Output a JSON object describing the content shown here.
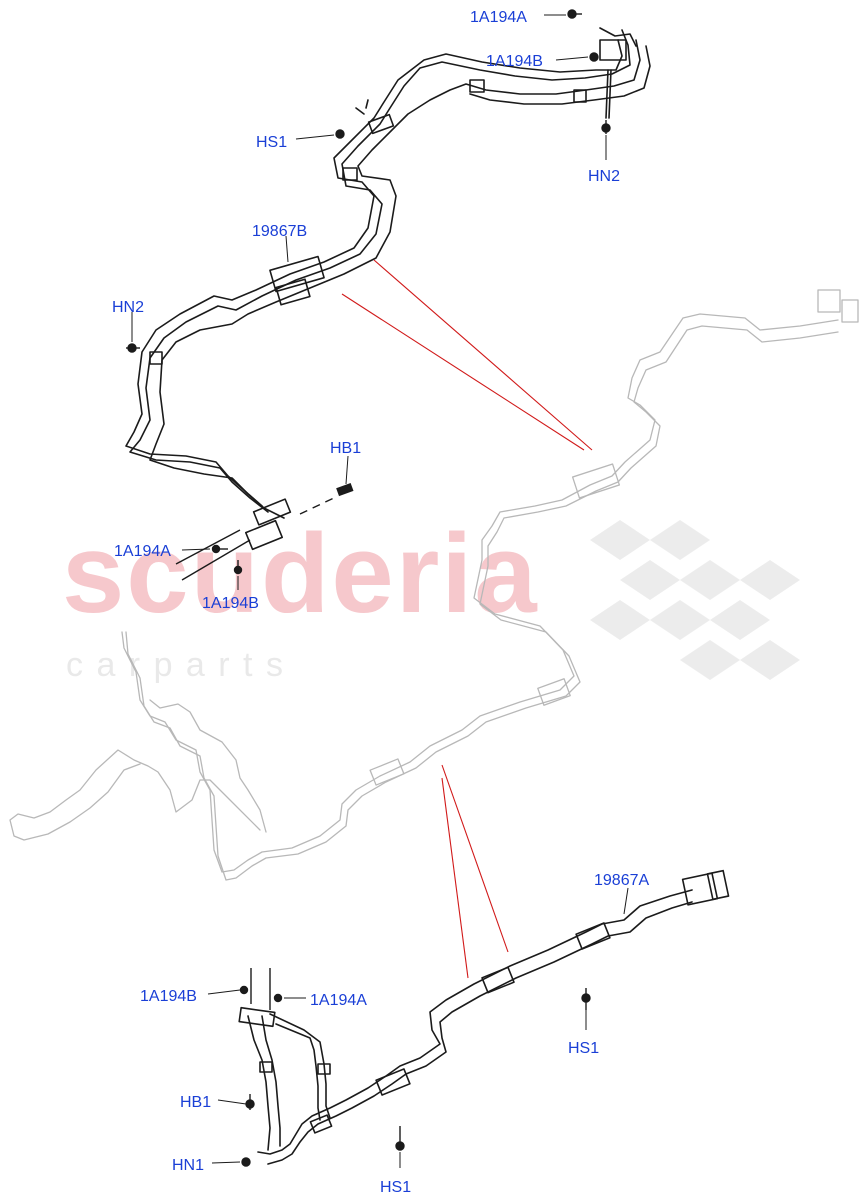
{
  "watermark": {
    "brand": "scuderia",
    "sub": "c a r   p a r t s"
  },
  "labels": {
    "top_1a194a": "1A194A",
    "top_1a194b": "1A194B",
    "top_hs1": "HS1",
    "top_hn2_right": "HN2",
    "top_19867b": "19867B",
    "top_hn2_left": "HN2",
    "top_hb1": "HB1",
    "mid_1a194a": "1A194A",
    "mid_1a194b": "1A194B",
    "bot_19867a": "19867A",
    "bot_1a194b": "1A194B",
    "bot_1a194a": "1A194A",
    "bot_hs1_right": "HS1",
    "bot_hb1": "HB1",
    "bot_hn1": "HN1",
    "bot_hs1_bottom": "HS1"
  },
  "colors": {
    "label": "#1a3fd6",
    "pipe": "#1b1b1b",
    "leader": "#d11a1a",
    "ghost": "#b8b8b8",
    "watermark": "#f6c8cc"
  }
}
